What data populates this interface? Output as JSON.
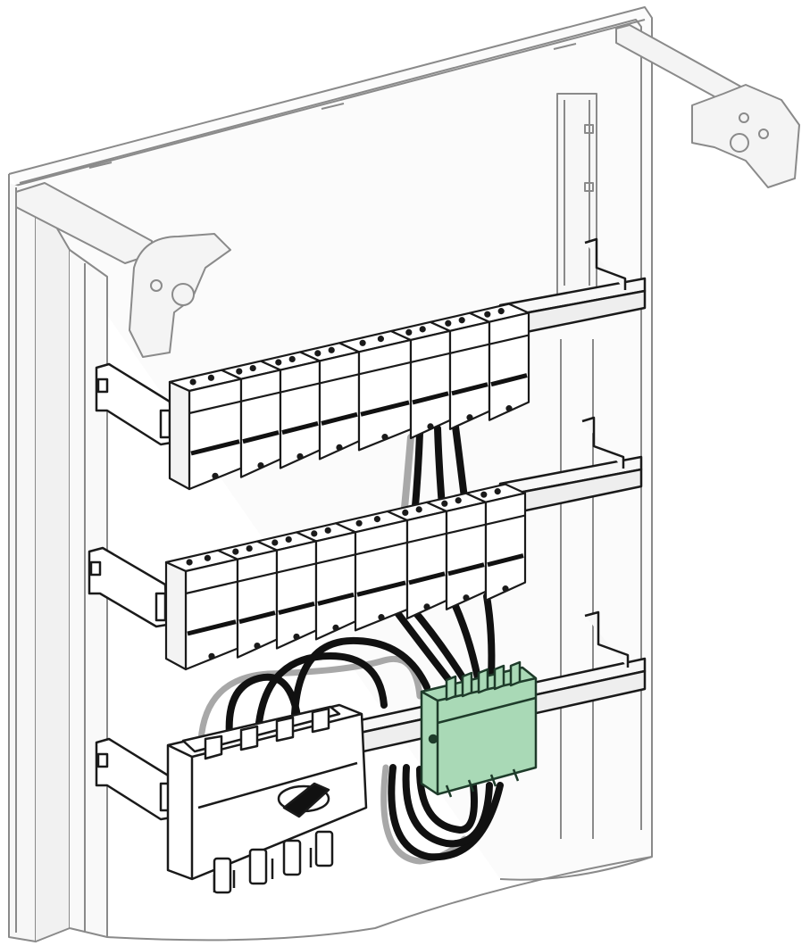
{
  "illustration": {
    "subject": "electrical-enclosure-with-din-rails",
    "colors": {
      "outline": "#1a1a1a",
      "frame_outline": "#8a8a8a",
      "frame_fill": "#f7f7f7",
      "device_fill": "#ffffff",
      "cable_black": "#111111",
      "cable_grey": "#a8a8a8",
      "meter_green": "#a9d9b6",
      "meter_outline": "#1e3b2a"
    },
    "rows": [
      {
        "name": "top-breaker-row",
        "modules": 8
      },
      {
        "name": "middle-breaker-row",
        "modules": 8
      },
      {
        "name": "bottom-row",
        "devices": [
          "switch-disconnector",
          "energy-meter"
        ]
      }
    ]
  }
}
